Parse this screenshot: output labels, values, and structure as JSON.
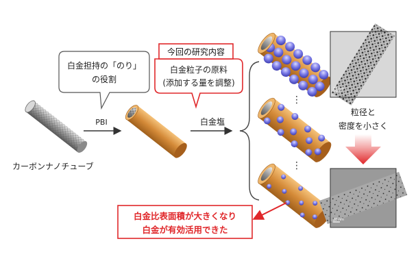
{
  "labels": {
    "bubble_role": [
      "白金担持の「のり」",
      "の役割"
    ],
    "research_title": "今回の研究内容",
    "research_body": [
      "白金粒子の原料",
      "(添加する量を調整)"
    ],
    "pbi": "PBI",
    "salt": "白金塩",
    "cnt": "カーボンナノチューブ",
    "size_density": [
      "粒径と",
      "密度を小さく"
    ],
    "result": [
      "白金比表面積が大きくなり",
      "白金が有効活用できた"
    ],
    "scale_top": "20 nm",
    "scale_bottom": "20 nm",
    "dots": "⋮"
  },
  "colors": {
    "accent_red": "#e0272a",
    "tube_orange": "#cc8a3c",
    "particle_blue": "#6e6ee0",
    "cnt_gray": "#a8a8a8"
  }
}
